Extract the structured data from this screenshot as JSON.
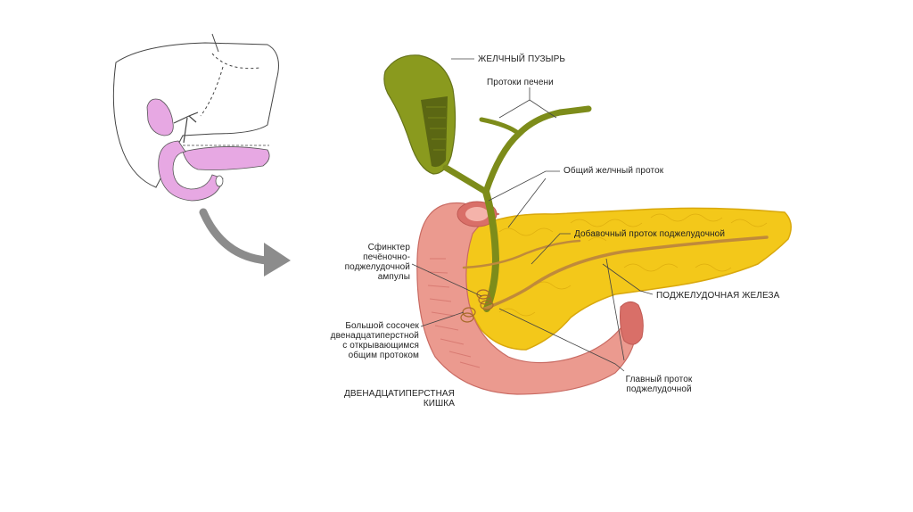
{
  "labels": {
    "gallbladder": "ЖЕЛЧНЫЙ ПУЗЫРЬ",
    "hepatic_ducts": "Протоки печени",
    "common_bile_duct": "Общий желчный проток",
    "accessory_duct": "Добавочный проток поджелудочной",
    "pancreas": "ПОДЖЕЛУДОЧНАЯ ЖЕЛЕЗА",
    "sphincter_line1": "Сфинктер",
    "sphincter_line2": "печёночно-",
    "sphincter_line3": "поджелудочной",
    "sphincter_line4": "ампулы",
    "papilla_line1": "Большой сосочек",
    "papilla_line2": "двенадцатиперстной",
    "papilla_line3": "с открывающимся",
    "papilla_line4": "общим протоком",
    "duodenum_line1": "ДВЕНАДЦАТИПЕРСТНАЯ",
    "duodenum_line2": "КИШКА",
    "main_duct_line1": "Главный проток",
    "main_duct_line2": "поджелудочной"
  },
  "colors": {
    "gallbladder": "#8a9a1e",
    "duct": "#6b7a17",
    "pancreas": "#f3c81a",
    "duodenum": "#eb9a8f",
    "duodenum_dark": "#d96f68",
    "inset_organ": "#e7a8e3",
    "arrow": "#8c8c8c"
  }
}
